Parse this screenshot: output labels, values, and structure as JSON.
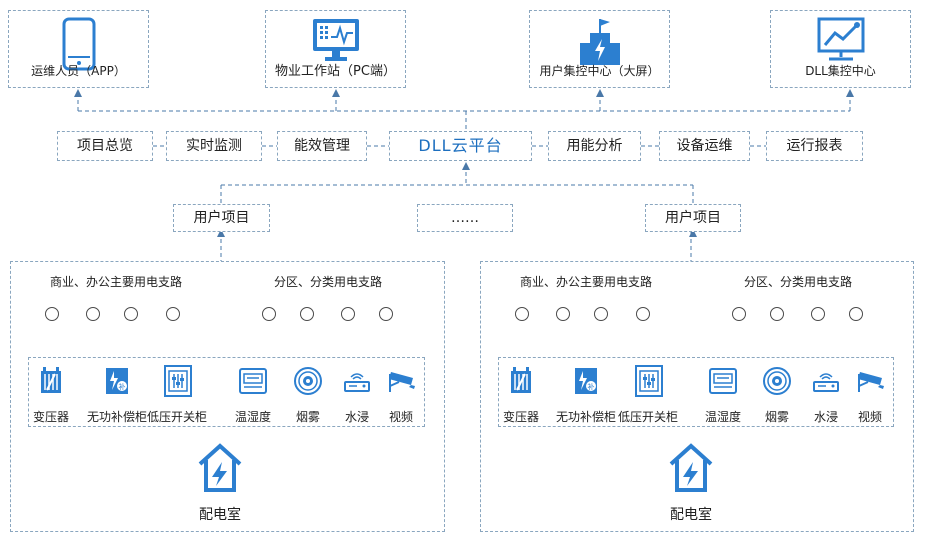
{
  "top_terminals": [
    {
      "label": "运维人员（APP）",
      "icon": "smartphone-icon"
    },
    {
      "label": "物业工作站（PC端）",
      "icon": "monitor-icon"
    },
    {
      "label": "用户集控中心（大屏）",
      "icon": "building-icon"
    },
    {
      "label": "DLL集控中心",
      "icon": "trend-chart-icon"
    }
  ],
  "platform": {
    "center": "DLL云平台",
    "modules_left": [
      "项目总览",
      "实时监测",
      "能效管理"
    ],
    "modules_right": [
      "用能分析",
      "设备运维",
      "运行报表"
    ]
  },
  "user_projects": {
    "left": "用户项目",
    "middle": "……",
    "right": "用户项目"
  },
  "site": {
    "branch_group_a": "商业、办公主要用电支路",
    "branch_group_b": "分区、分类用电支路",
    "devices": [
      {
        "label": "变压器",
        "icon": "transformer-icon"
      },
      {
        "label": "无功补偿柜",
        "icon": "capacitor-cabinet-icon"
      },
      {
        "label": "低压开关柜",
        "icon": "switchgear-icon"
      },
      {
        "label": "温湿度",
        "icon": "thermometer-icon"
      },
      {
        "label": "烟雾",
        "icon": "smoke-detector-icon"
      },
      {
        "label": "水浸",
        "icon": "water-sensor-icon"
      },
      {
        "label": "视频",
        "icon": "camera-icon"
      }
    ],
    "room_label": "配电室"
  },
  "colors": {
    "accent": "#2c7fd0",
    "line": "#4a78a8",
    "border": "#8aa6bf"
  }
}
